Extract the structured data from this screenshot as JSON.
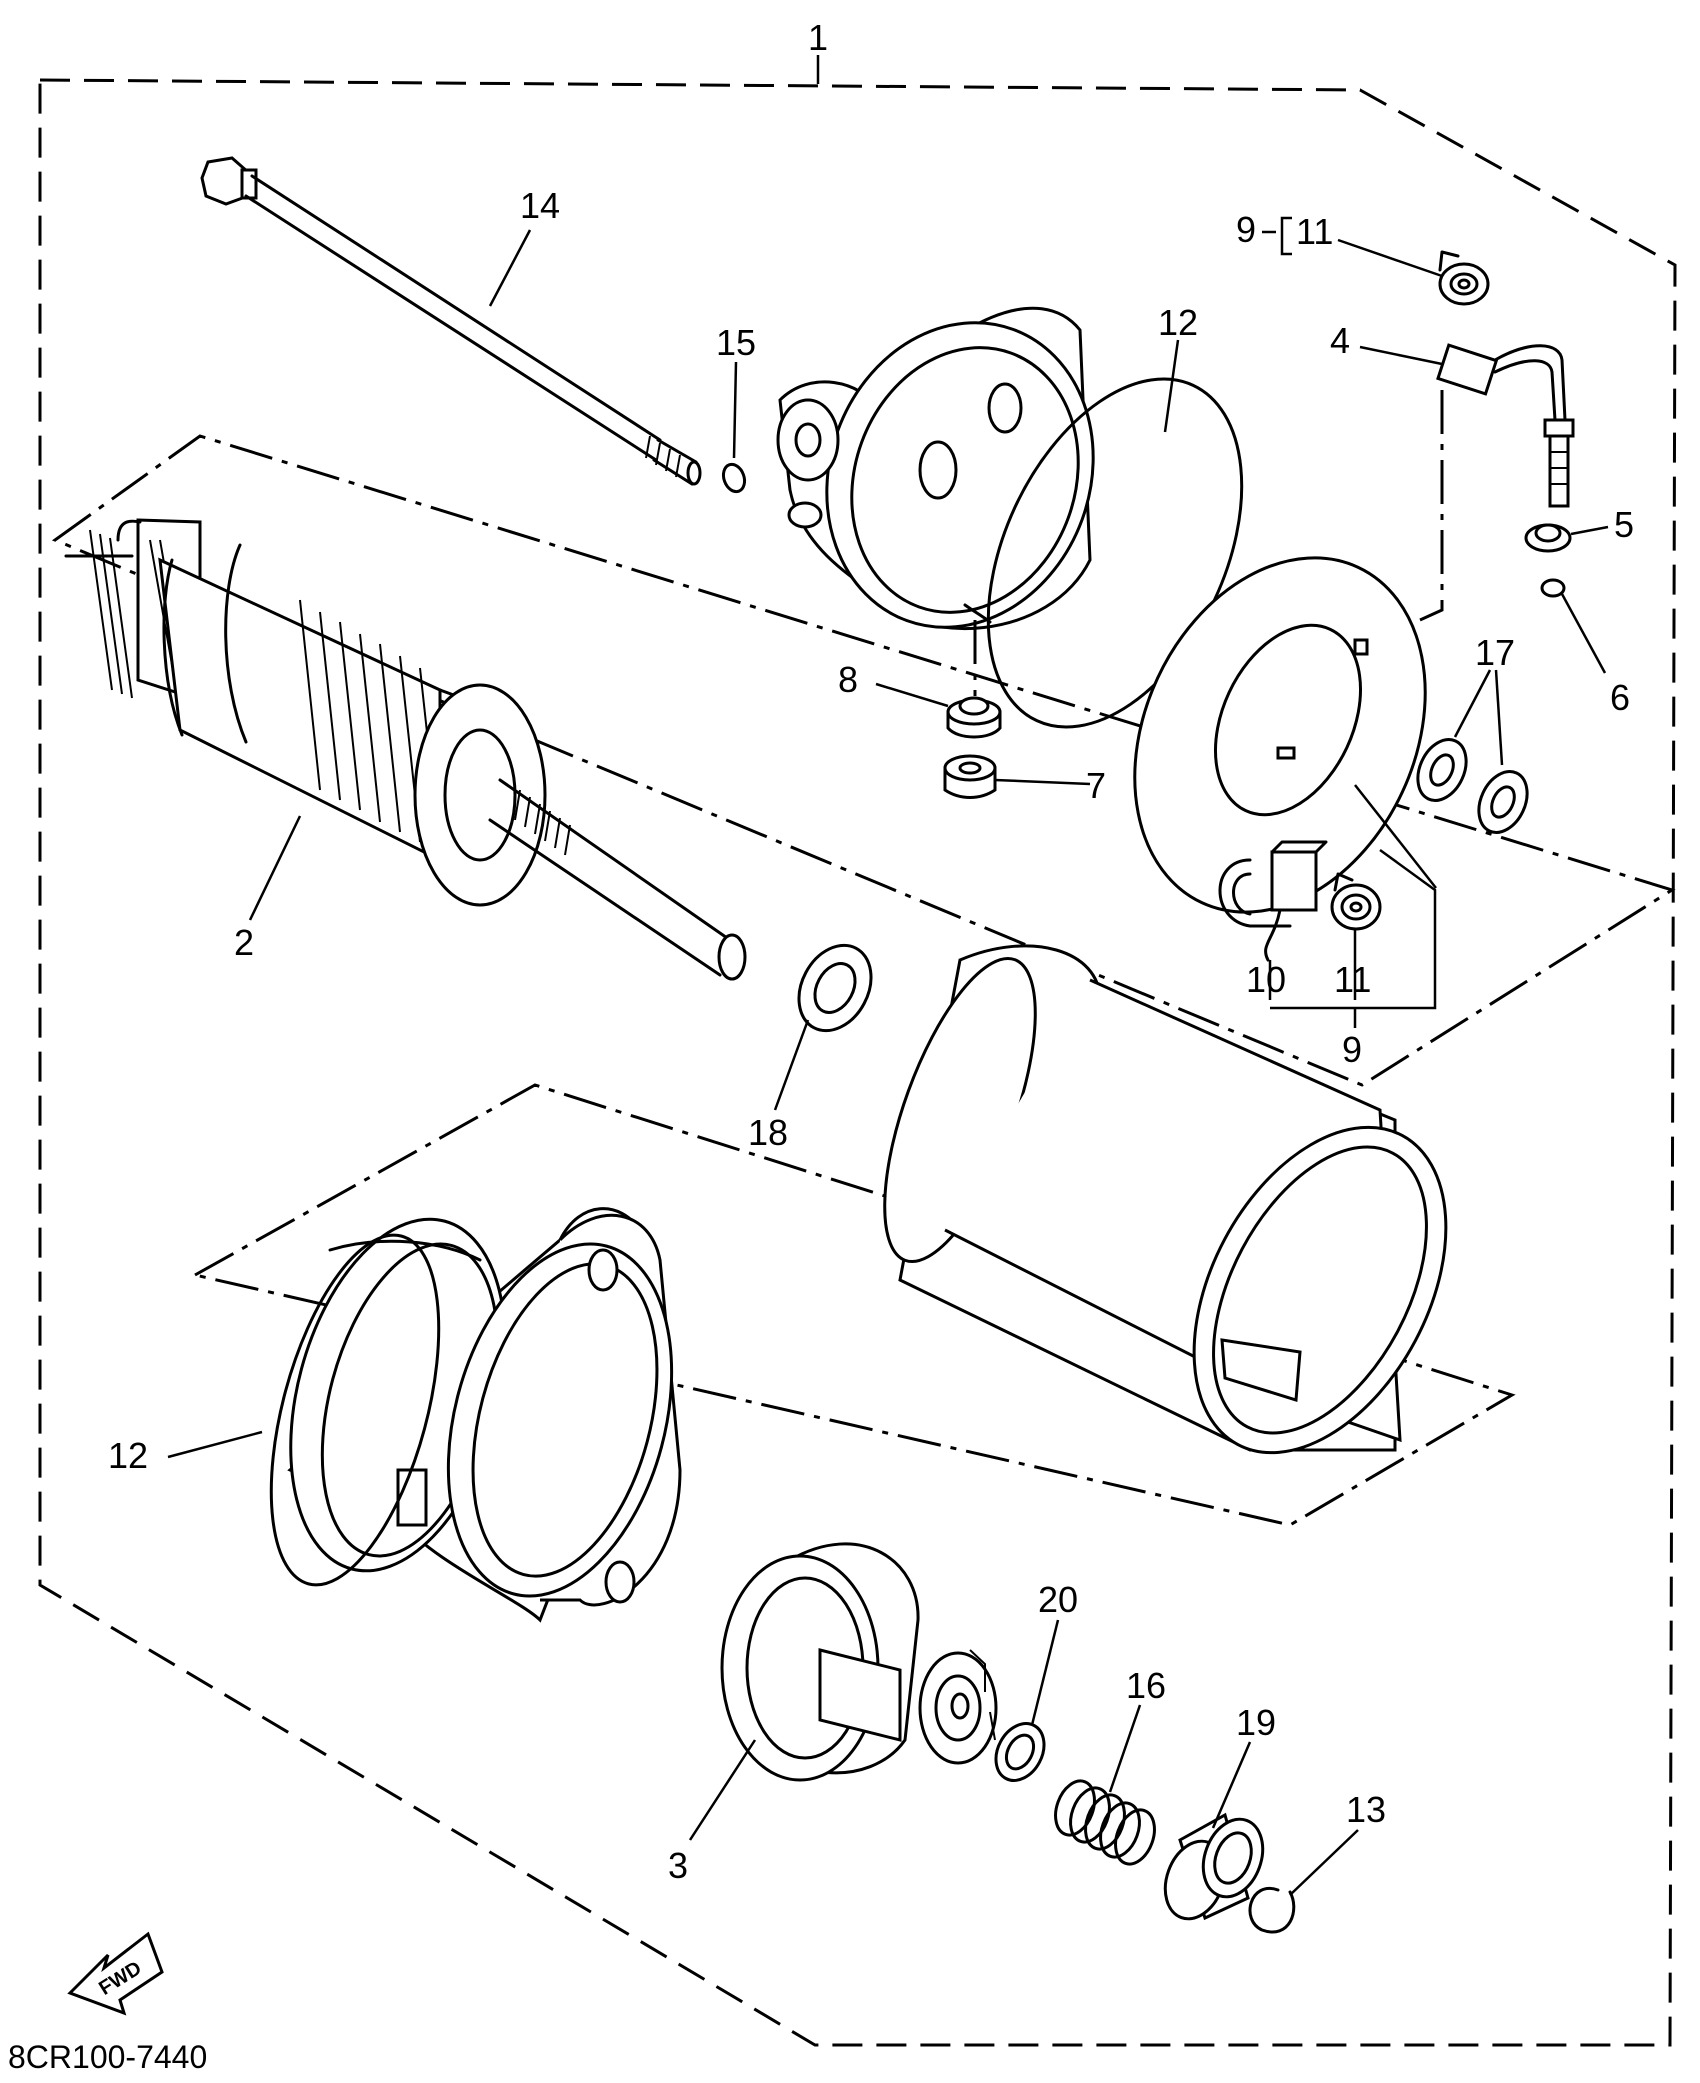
{
  "diagram": {
    "drawing_code": "8CR100-7440",
    "fwd_label": "FWD",
    "labels": {
      "p1": "1",
      "p2": "2",
      "p3": "3",
      "p4": "4",
      "p5": "5",
      "p6": "6",
      "p7": "7",
      "p8": "8",
      "p9_top": "9",
      "p9_bottom": "9",
      "p10": "10",
      "p11_top": "11",
      "p11_bottom": "11",
      "p12_top": "12",
      "p12_left": "12",
      "p13": "13",
      "p14": "14",
      "p15": "15",
      "p16": "16",
      "p17": "17",
      "p18": "18",
      "p19": "19",
      "p20": "20"
    }
  }
}
